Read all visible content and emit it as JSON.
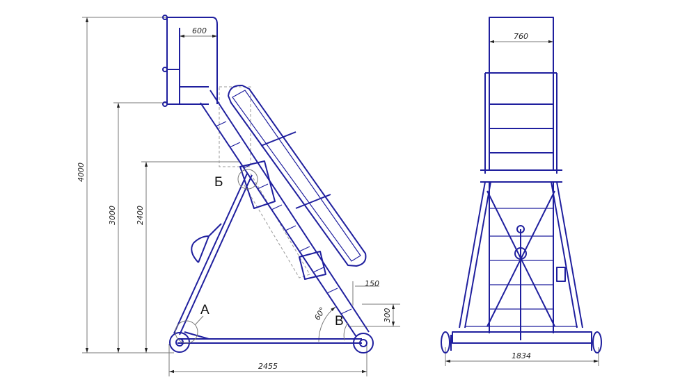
{
  "side_view": {
    "dimensions": {
      "total_height": "4000",
      "platform_height": "3000",
      "middle_height": "2400",
      "platform_depth": "600",
      "base_length": "2455",
      "step_offset": "150",
      "step_rise": "300",
      "angle": "60°"
    },
    "callouts": {
      "a": "A",
      "b": "Б",
      "v": "В"
    }
  },
  "front_view": {
    "dimensions": {
      "platform_width": "760",
      "base_width": "1834"
    }
  },
  "colors": {
    "drawing": "#1f1f9e",
    "dimension": "#777777"
  }
}
